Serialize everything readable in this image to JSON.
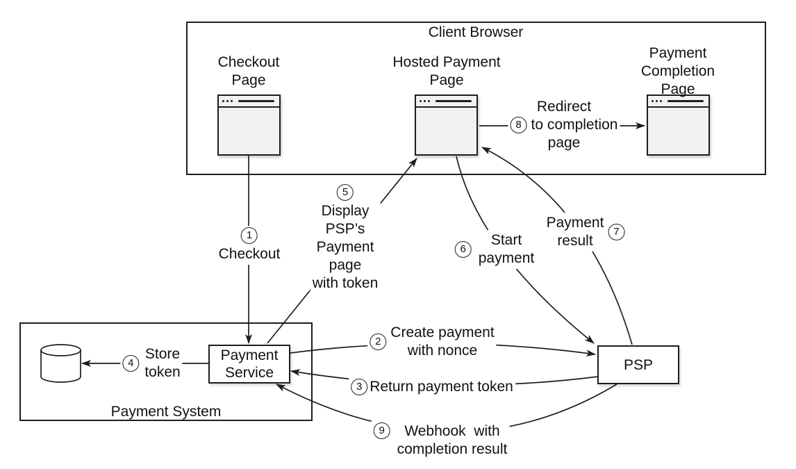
{
  "groups": {
    "client_browser": "Client Browser",
    "payment_system": "Payment System"
  },
  "nodes": {
    "checkout_page": "Checkout\nPage",
    "hosted_payment_page": "Hosted Payment\nPage",
    "payment_completion_page": "Payment Completion\nPage",
    "payment_service": "Payment\nService",
    "psp": "PSP"
  },
  "flows": {
    "f1": {
      "num": "1",
      "text": "Checkout"
    },
    "f2": {
      "num": "2",
      "text": "Create payment\nwith nonce"
    },
    "f3": {
      "num": "3",
      "text": "Return payment token"
    },
    "f4": {
      "num": "4",
      "text": "Store\ntoken"
    },
    "f5": {
      "num": "5",
      "text": "Display\nPSP’s\nPayment\npage\nwith token"
    },
    "f6": {
      "num": "6",
      "text": "Start\npayment"
    },
    "f7": {
      "num": "7",
      "text": "Payment\nresult"
    },
    "f8": {
      "num": "8",
      "line1": "Redirect",
      "line2": "to completion",
      "line3": "page"
    },
    "f9": {
      "num": "9",
      "text": "Webhook  with\ncompletion result"
    }
  }
}
